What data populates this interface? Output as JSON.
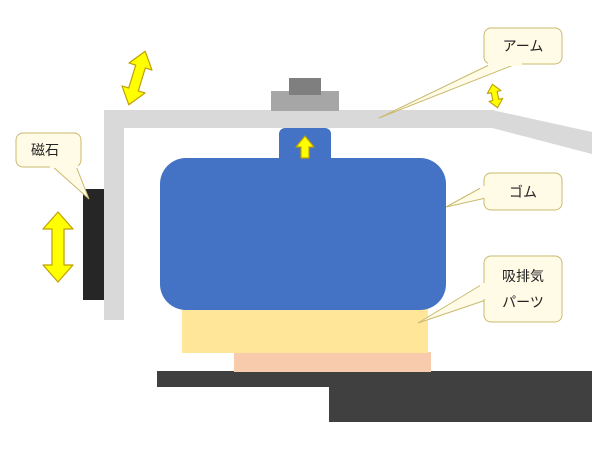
{
  "labels": {
    "arm": "アーム",
    "rubber": "ゴム",
    "magnet": "磁石",
    "exhaust_line1": "吸排気",
    "exhaust_line2": "パーツ"
  },
  "colors": {
    "arm": "#d9d9d9",
    "rubber": "#4472c4",
    "exhaust_part": "#ffe699",
    "pad": "#f8cbad",
    "base": "#404040",
    "magnet": "#262626",
    "arrow_fill": "#ffff00",
    "arrow_stroke": "#bfa000",
    "knob_top": "#7f7f7f",
    "knob_base": "#a6a6a6",
    "callout_fill": "#fffbe6",
    "callout_stroke": "#c9b96e"
  },
  "icons": {
    "arrow": "double-headed-arrow",
    "up_arrow": "up-arrow"
  }
}
